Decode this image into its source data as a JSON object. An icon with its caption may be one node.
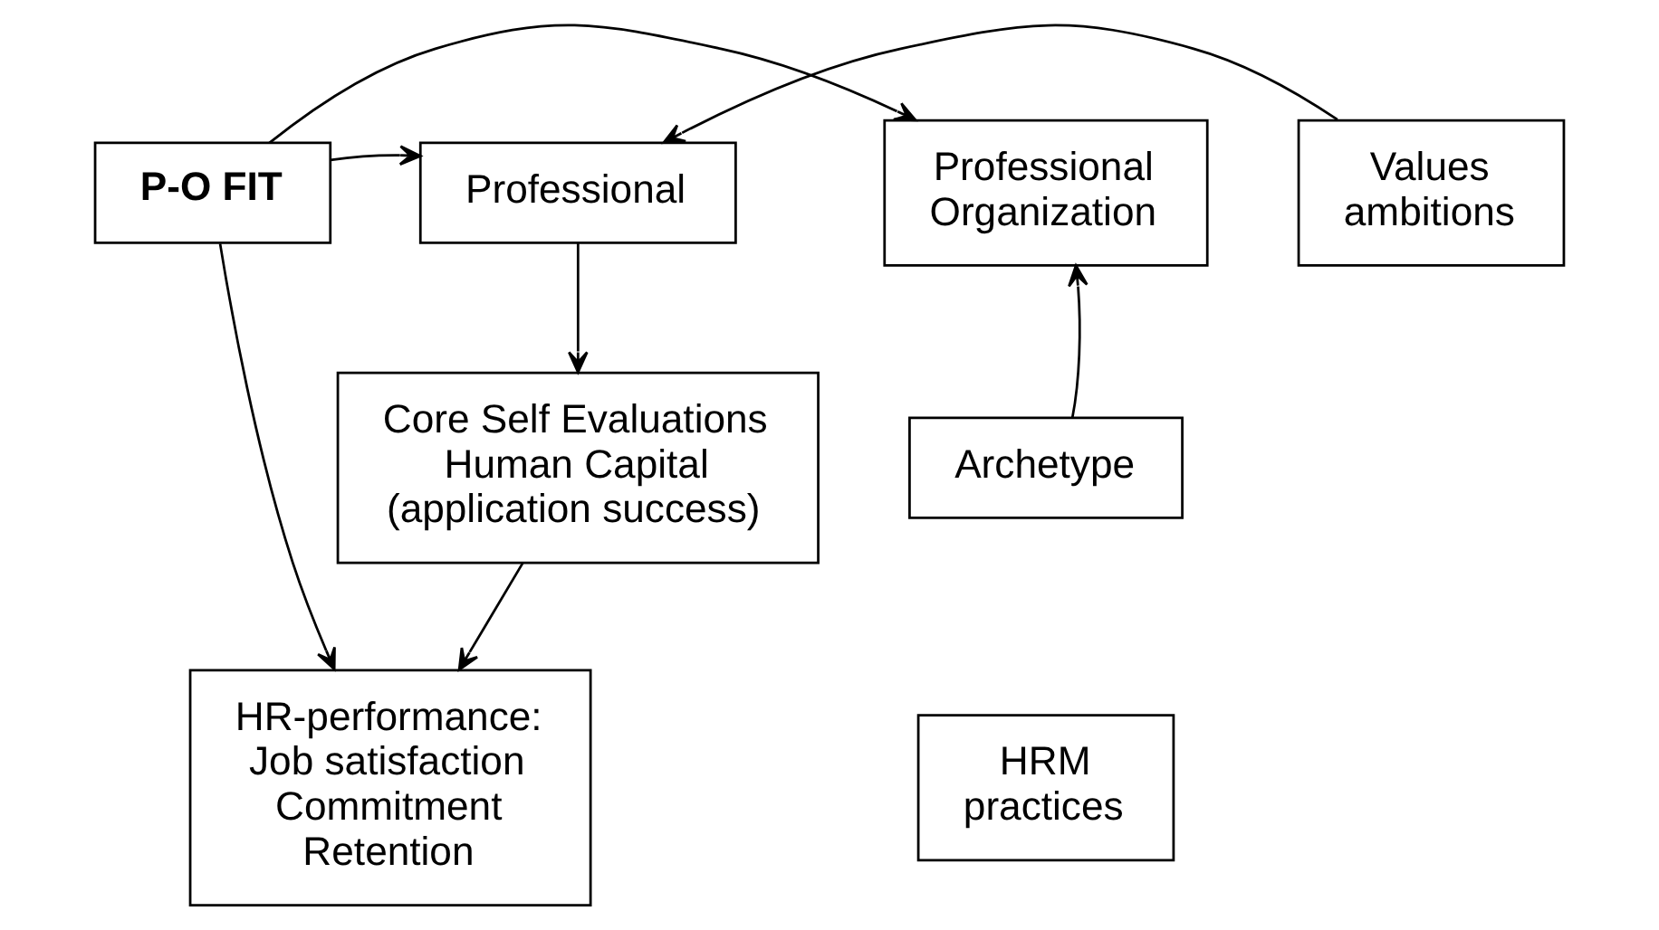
{
  "diagram": {
    "nodes": [
      {
        "text": [
          "Professional Organization"
        ]
      },
      {
        "text": [
          "P-O FIT"
        ]
      },
      {
        "text": [
          "Professional"
        ]
      },
      {
        "text": [
          "Values ambitions"
        ]
      },
      {
        "text": [
          "Archetype"
        ]
      },
      {
        "text": [
          "HRM practices"
        ]
      },
      {
        "text": [
          "Core Self Evaluations Human Capital (application success)"
        ]
      },
      {
        "text": [
          "HR-performance: Job satisfaction Commitment Retention"
        ]
      }
    ],
    "edges": [
      {
        "from": 1,
        "to": 0,
        "arrow": "to"
      },
      {
        "from": 1,
        "to": 2,
        "arrow": "to"
      },
      {
        "from": 1,
        "to": 7,
        "arrow": "to"
      },
      {
        "from": 3,
        "to": 2,
        "arrow": "to"
      },
      {
        "from": 4,
        "to": 0,
        "arrow": "to"
      },
      {
        "from": 2,
        "to": 6,
        "arrow": "to"
      },
      {
        "from": 6,
        "to": 7,
        "arrow": "to"
      }
    ]
  }
}
